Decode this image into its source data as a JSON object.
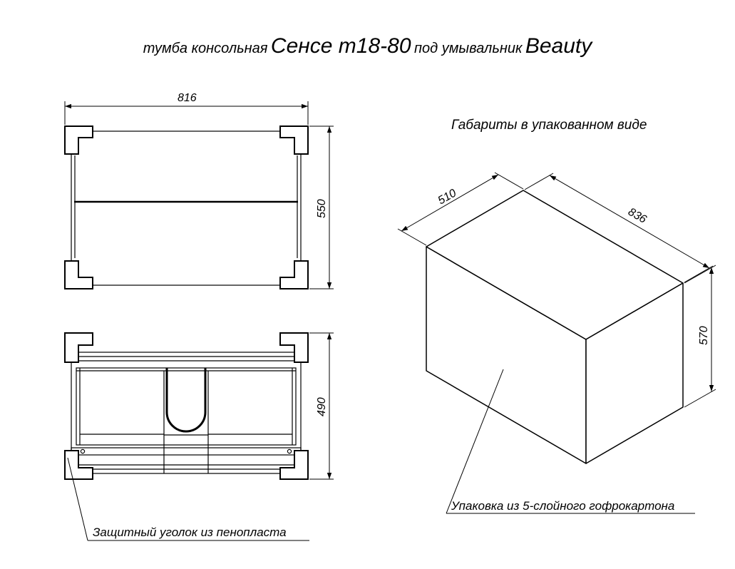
{
  "title": {
    "prefix": "тумба консольная",
    "model": "Сенсе т18-80",
    "middle": "под умывальник",
    "brand": "Beauty"
  },
  "top_view": {
    "width_label": "816",
    "depth_label": "550"
  },
  "bottom_view": {
    "depth_label": "490",
    "note": "Защитный уголок из пенопласта"
  },
  "package": {
    "caption": "Габариты в упакованном виде",
    "depth_label": "510",
    "width_label": "836",
    "height_label": "570",
    "note": "Упаковка из 5-слойного гофрокартона"
  }
}
